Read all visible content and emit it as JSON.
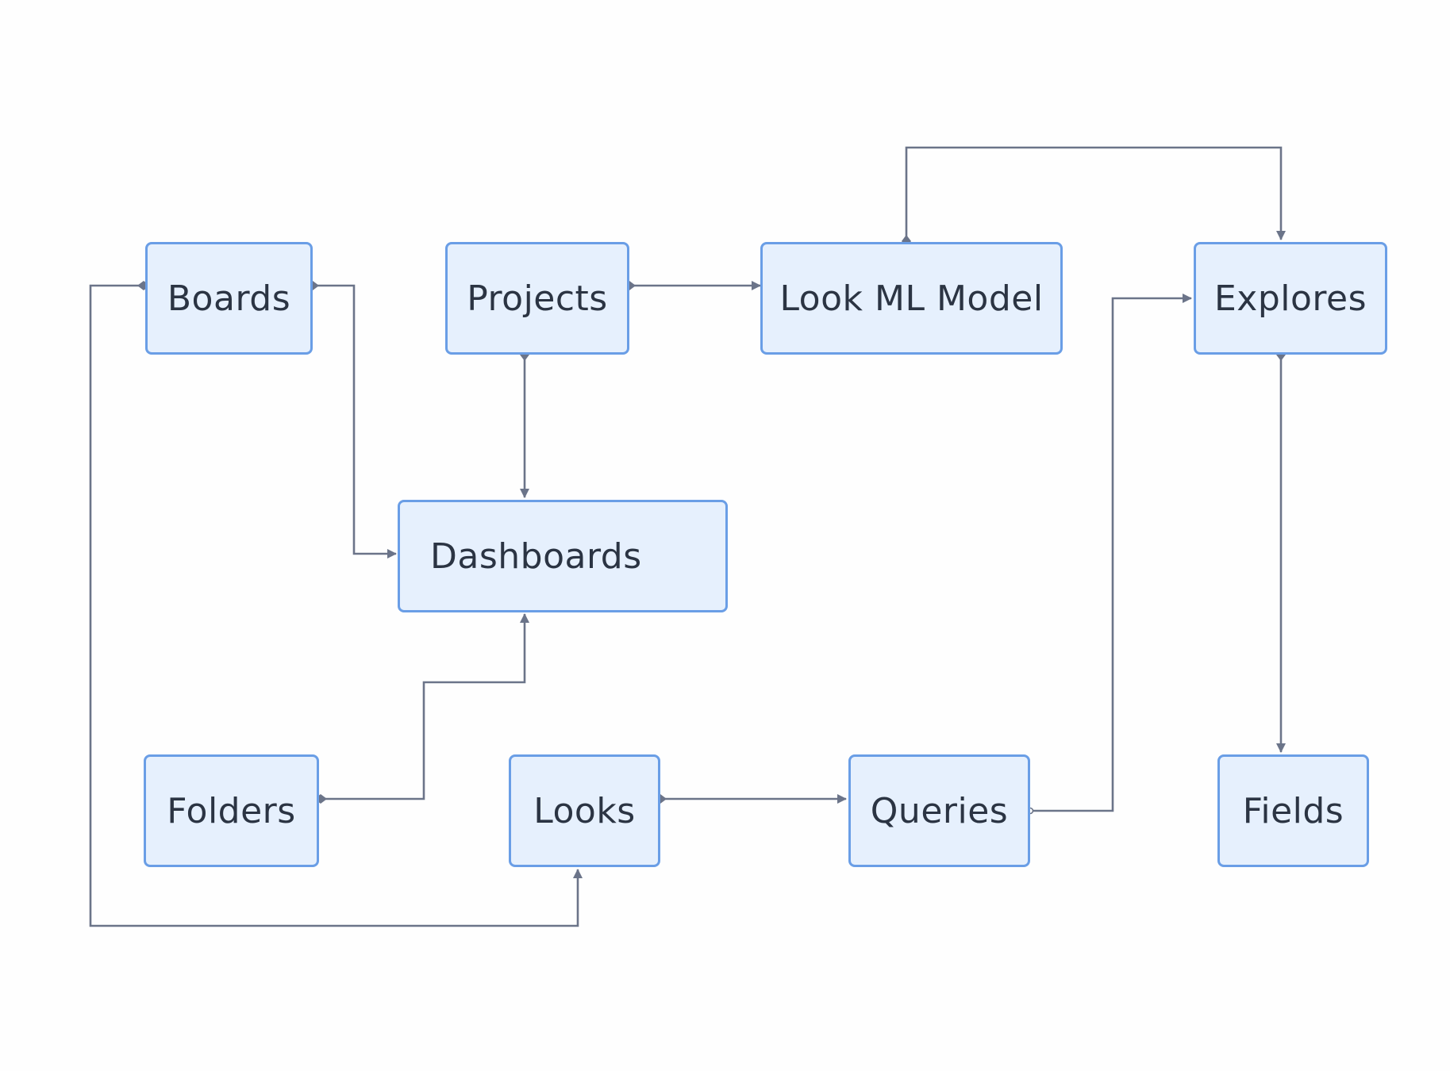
{
  "diagram": {
    "nodes": [
      {
        "id": "boards",
        "label": "Boards"
      },
      {
        "id": "projects",
        "label": "Projects"
      },
      {
        "id": "lookml",
        "label": "Look ML Model"
      },
      {
        "id": "explores",
        "label": "Explores"
      },
      {
        "id": "dashboards",
        "label": "Dashboards"
      },
      {
        "id": "folders",
        "label": "Folders"
      },
      {
        "id": "looks",
        "label": "Looks"
      },
      {
        "id": "queries",
        "label": "Queries"
      },
      {
        "id": "fields",
        "label": "Fields"
      }
    ],
    "edges": [
      {
        "from": "projects",
        "to": "lookml"
      },
      {
        "from": "projects",
        "to": "dashboards"
      },
      {
        "from": "lookml",
        "to": "explores"
      },
      {
        "from": "boards",
        "to": "dashboards"
      },
      {
        "from": "boards",
        "to": "looks"
      },
      {
        "from": "folders",
        "to": "dashboards"
      },
      {
        "from": "looks",
        "to": "queries"
      },
      {
        "from": "queries",
        "to": "explores"
      },
      {
        "from": "explores",
        "to": "fields"
      }
    ],
    "colors": {
      "node_fill": "#e6f0fd",
      "node_border": "#6a9ee6",
      "edge": "#6b7489",
      "text": "#2b3443"
    }
  }
}
